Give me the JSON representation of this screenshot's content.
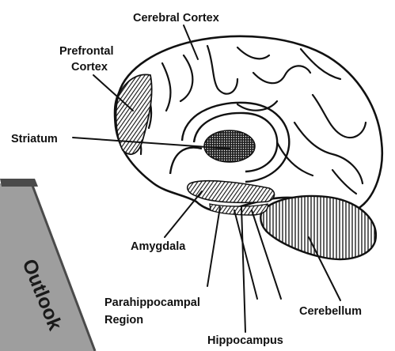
{
  "labels": {
    "cerebral_cortex": "Cerebral Cortex",
    "prefrontal_line1": "Prefrontal",
    "prefrontal_line2": "Cortex",
    "striatum": "Striatum",
    "amygdala": "Amygdala",
    "parahippocampal_line1": "Parahippocampal",
    "parahippocampal_line2": "Region",
    "hippocampus": "Hippocampus",
    "cerebellum": "Cerebellum"
  },
  "ribbon": {
    "text": "Outlook"
  },
  "colors": {
    "ink": "#111111",
    "ribbon_fill": "#9e9e9e",
    "ribbon_edge": "#4a4a4a",
    "background": "#ffffff"
  }
}
